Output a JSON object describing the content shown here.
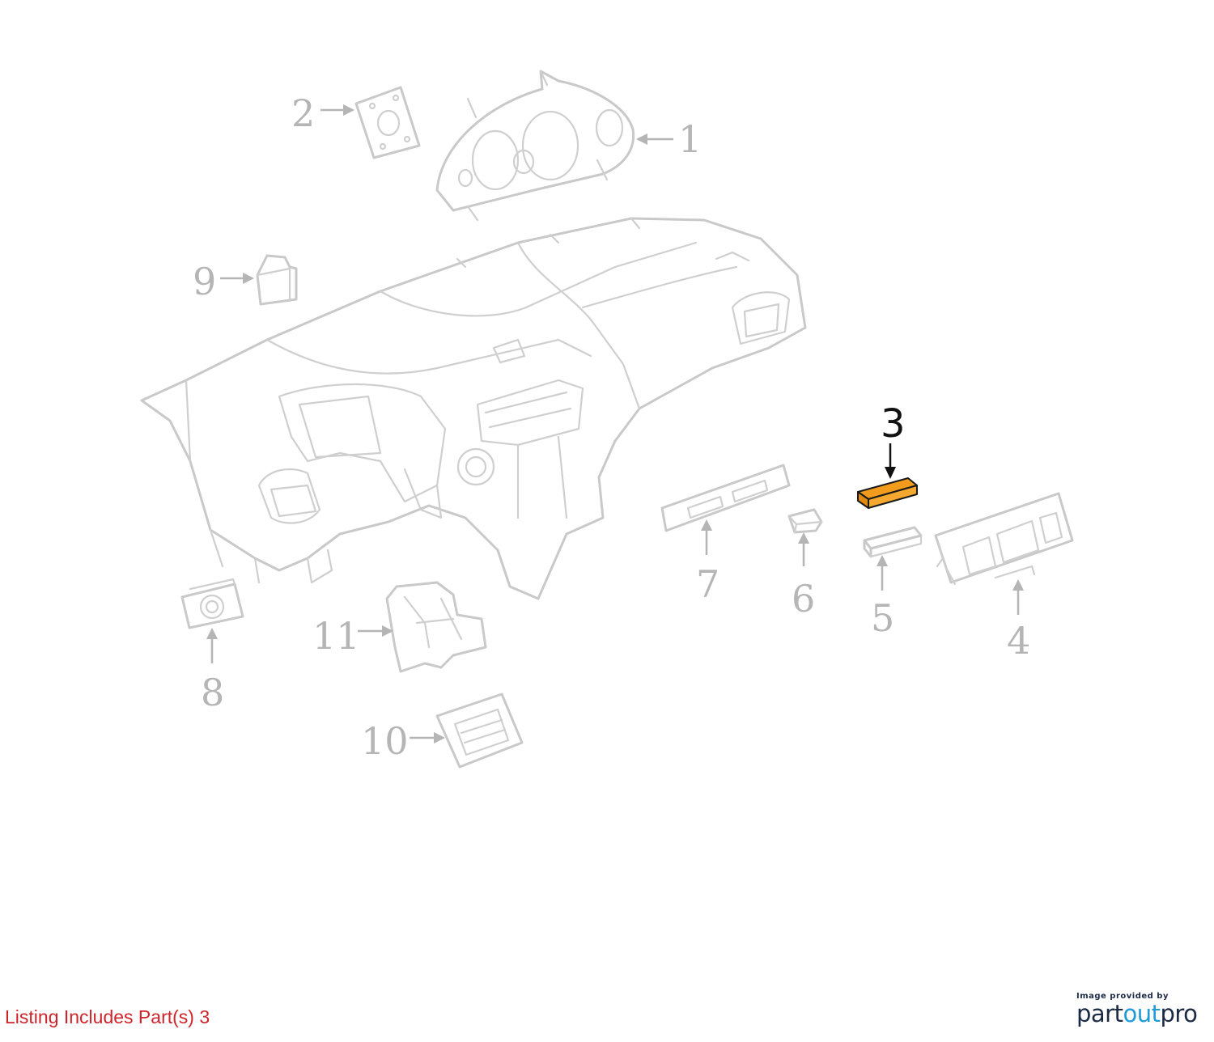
{
  "diagram": {
    "highlight_color": "#f29b1d",
    "ghost_color": "#c9c9c9",
    "callouts": [
      {
        "id": "1",
        "label": "1",
        "active": false
      },
      {
        "id": "2",
        "label": "2",
        "active": false
      },
      {
        "id": "3",
        "label": "3",
        "active": true
      },
      {
        "id": "4",
        "label": "4",
        "active": false
      },
      {
        "id": "5",
        "label": "5",
        "active": false
      },
      {
        "id": "6",
        "label": "6",
        "active": false
      },
      {
        "id": "7",
        "label": "7",
        "active": false
      },
      {
        "id": "8",
        "label": "8",
        "active": false
      },
      {
        "id": "9",
        "label": "9",
        "active": false
      },
      {
        "id": "10",
        "label": "10",
        "active": false
      },
      {
        "id": "11",
        "label": "11",
        "active": false
      }
    ]
  },
  "footer": {
    "listing_note": "Listing Includes Part(s) 3",
    "credit_small": "Image provided by",
    "logo_part": "part",
    "logo_out": "out",
    "logo_pro": "pro"
  }
}
